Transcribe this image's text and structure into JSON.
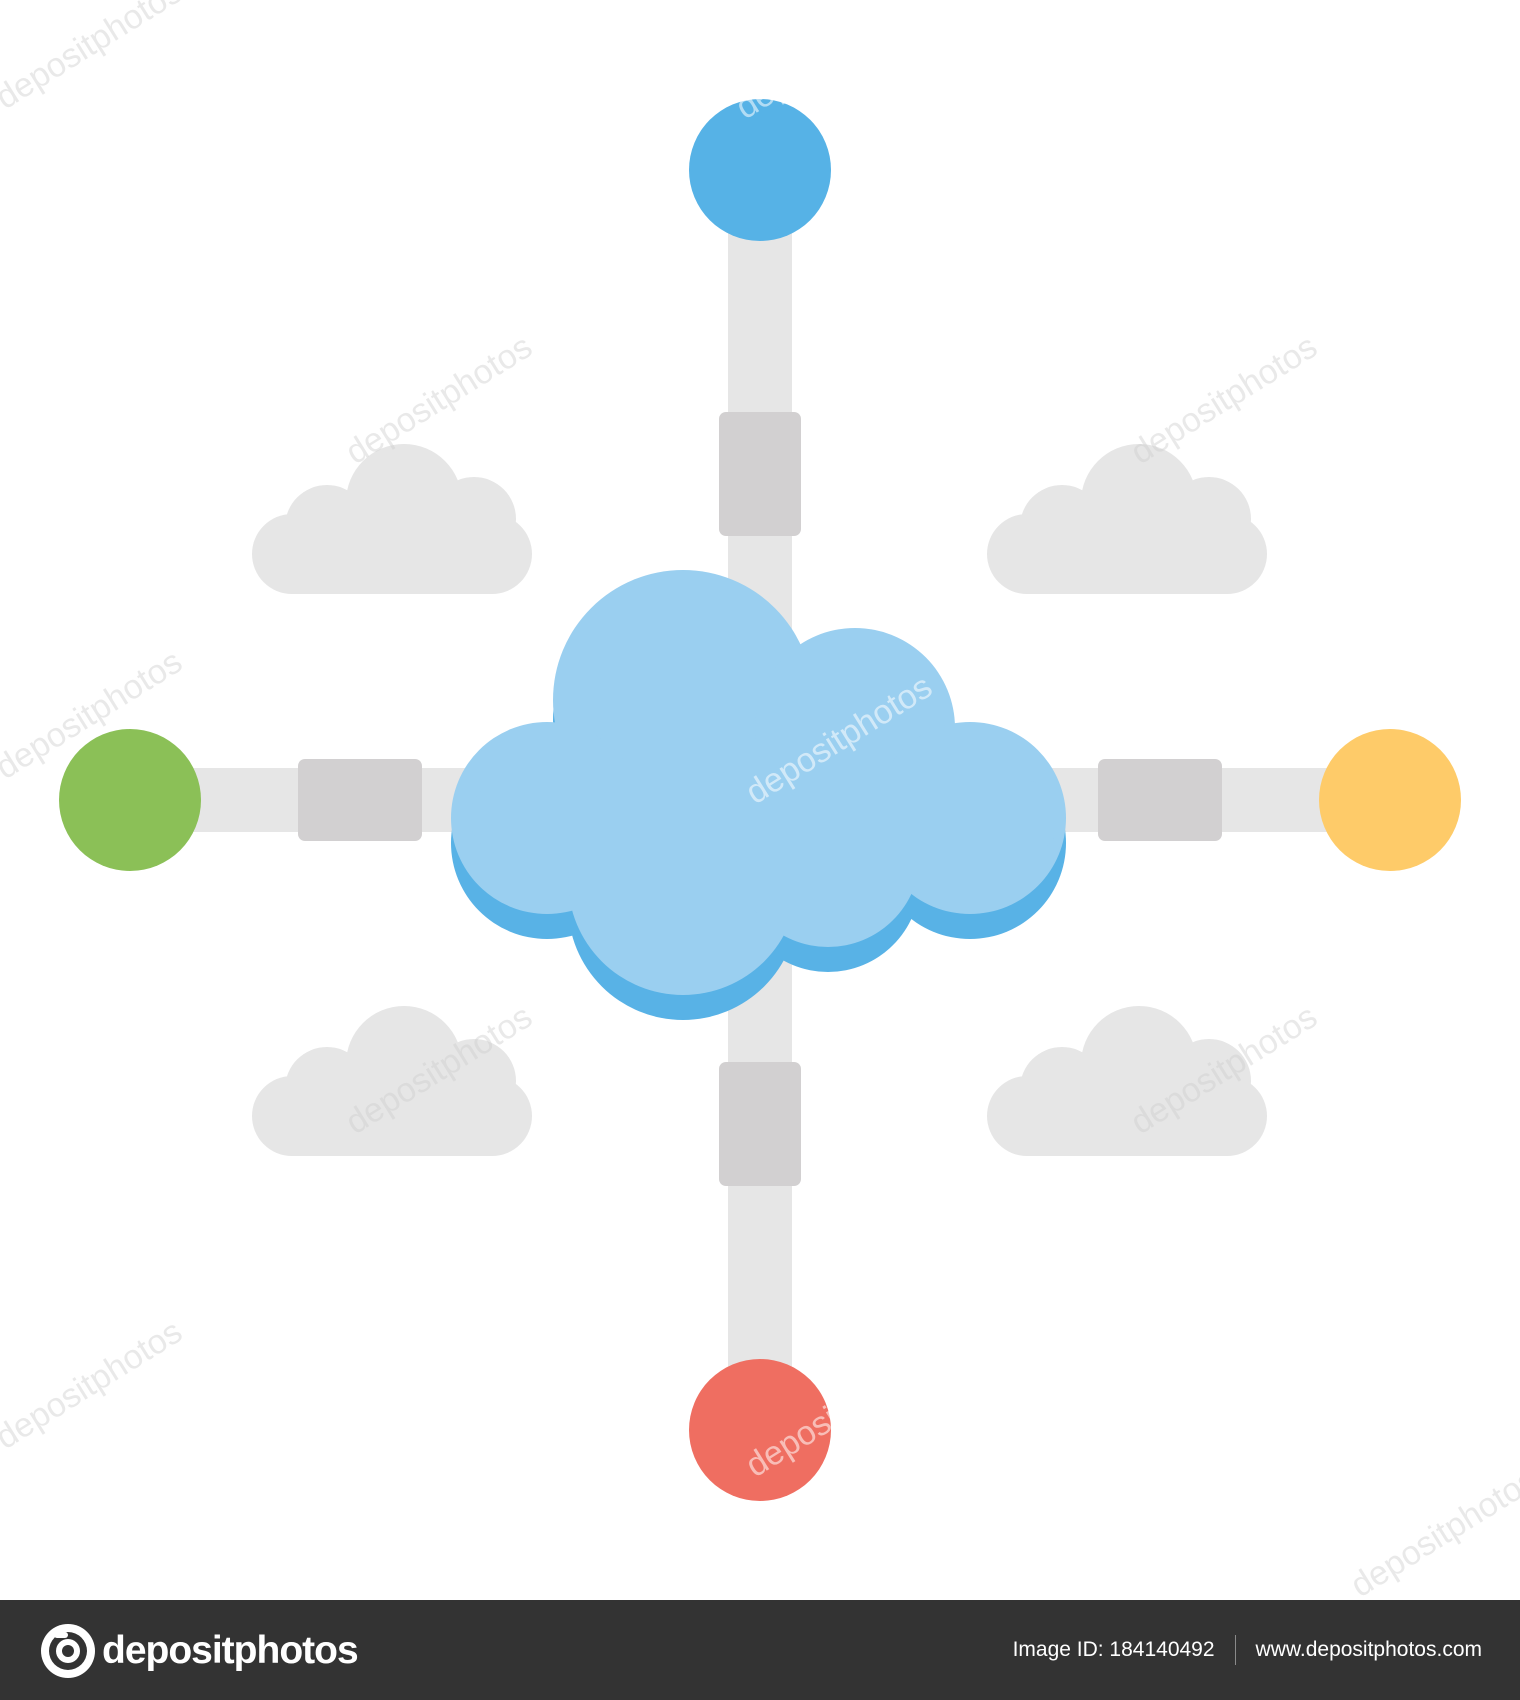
{
  "colors": {
    "background": "#ffffff",
    "pipe": "#e6e6e6",
    "connector": "#d2d0d1",
    "cloud_main": "#9acff0",
    "cloud_shadow": "#58b2e6",
    "cloud_bg": "#e6e6e6",
    "node_top": "#56b2e6",
    "node_left": "#8bc057",
    "node_right": "#fecb69",
    "node_bottom": "#ef6e61",
    "footer_bg": "#333333"
  },
  "watermark": {
    "text": "depositphotos"
  },
  "footer": {
    "brand": "depositphotos",
    "image_id": "Image ID: 184140492",
    "website": "www.depositphotos.com"
  }
}
